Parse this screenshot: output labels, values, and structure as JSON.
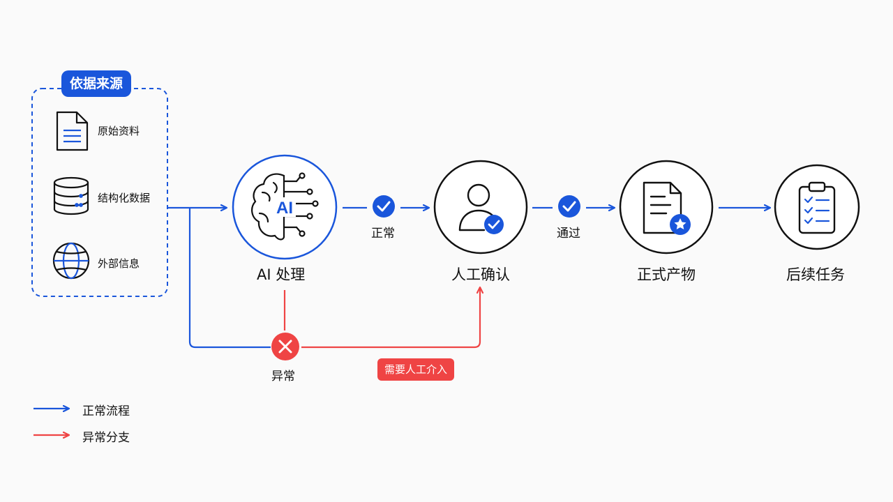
{
  "sources": {
    "title": "依据来源",
    "items": [
      {
        "label": "原始资料",
        "icon": "document-icon"
      },
      {
        "label": "结构化数据",
        "icon": "database-icon"
      },
      {
        "label": "外部信息",
        "icon": "globe-icon"
      }
    ]
  },
  "nodes": [
    {
      "label": "AI 处理",
      "icon": "ai-brain-icon"
    },
    {
      "label": "人工确认",
      "icon": "user-check-icon"
    },
    {
      "label": "正式产物",
      "icon": "document-star-icon"
    },
    {
      "label": "后续任务",
      "icon": "clipboard-checklist-icon"
    }
  ],
  "edges": {
    "normal": "正常",
    "passed": "通过",
    "exception": "异常",
    "manual": "需要人工介入"
  },
  "icons": {
    "ai_text": "AI"
  },
  "legend": [
    {
      "label": "正常流程",
      "color": "#1a56db"
    },
    {
      "label": "异常分支",
      "color": "#ef4444"
    }
  ],
  "colors": {
    "blue": "#1a56db",
    "red": "#ef4444",
    "dark": "#111111"
  }
}
